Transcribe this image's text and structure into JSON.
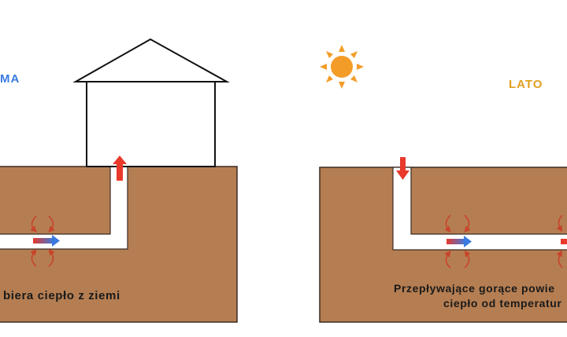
{
  "winter": {
    "season_label": "MA",
    "caption": "biera ciepło z ziemi"
  },
  "summer": {
    "season_label": "LATO",
    "caption_line1": "Przepływające gorące powie",
    "caption_line2": "ciepło od temperatur"
  },
  "colors": {
    "soil": "#b57e52",
    "soil_border": "#3b2a20",
    "pipe": "#ffffff",
    "hot_arrow": "#e8392a",
    "cold_arrow": "#3a7be0",
    "sun": "#f39c28",
    "winter_label": "#3a7be0",
    "summer_label": "#e0a020"
  },
  "icons": [
    "house-icon",
    "sun-icon",
    "hot-air-arrow-icon",
    "heat-exchange-arrow-icon",
    "heat-flow-arc-icon"
  ]
}
